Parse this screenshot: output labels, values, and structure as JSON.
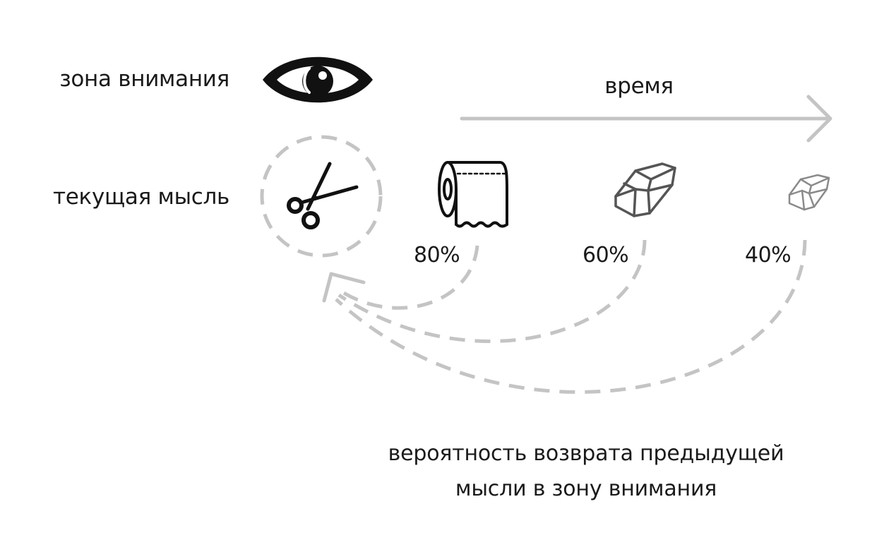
{
  "labels": {
    "attention_zone": "зона внимания",
    "current_thought": "текущая мысль",
    "time": "время"
  },
  "icons": {
    "attention": "eye-icon",
    "current": "scissors-icon",
    "previous": [
      "toilet-paper-icon",
      "crystal-icon",
      "crystal-icon"
    ]
  },
  "probabilities": [
    "80%",
    "60%",
    "40%"
  ],
  "caption": {
    "line1": "вероятность возврата предыдущей",
    "line2": "мысли в зону внимания"
  },
  "colors": {
    "text": "#1a1a1a",
    "icon": "#111111",
    "faded_icon": "#555555",
    "more_faded_icon": "#8a8a8a",
    "arrow": "#c4c4c4"
  }
}
